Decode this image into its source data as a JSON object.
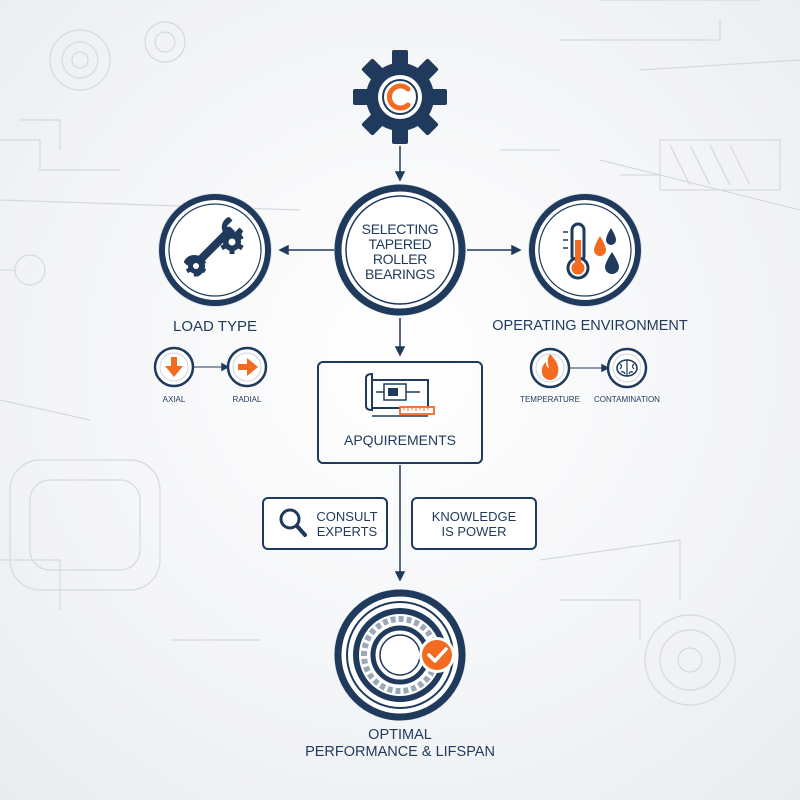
{
  "center": {
    "lines": [
      "Selecting",
      "Tapered",
      "Roller",
      "Bearings"
    ]
  },
  "load_type": {
    "title": "Load Type",
    "items": [
      "Axial",
      "Radial"
    ]
  },
  "operating_environment": {
    "title": "Operating Environment",
    "items": [
      "Temperature",
      "Contamination"
    ]
  },
  "requirements": {
    "label": "Apquirements"
  },
  "consult": {
    "lines": [
      "Consult",
      "Experts"
    ]
  },
  "knowledge": {
    "lines": [
      "Knowledge",
      "is Power"
    ]
  },
  "result": {
    "lines": [
      "Optimal",
      "Performance & Lifspan"
    ]
  },
  "colors": {
    "navy": "#1f3a5c",
    "orange": "#f26b21",
    "light": "#e8ecf1"
  },
  "icons": [
    "gear-icon",
    "wrench-gears-icon",
    "thermometer-drops-icon",
    "down-arrow-icon",
    "right-arrow-icon",
    "flame-icon",
    "brain-icon",
    "blueprint-icon",
    "magnifier-icon",
    "bearing-icon",
    "check-icon"
  ]
}
